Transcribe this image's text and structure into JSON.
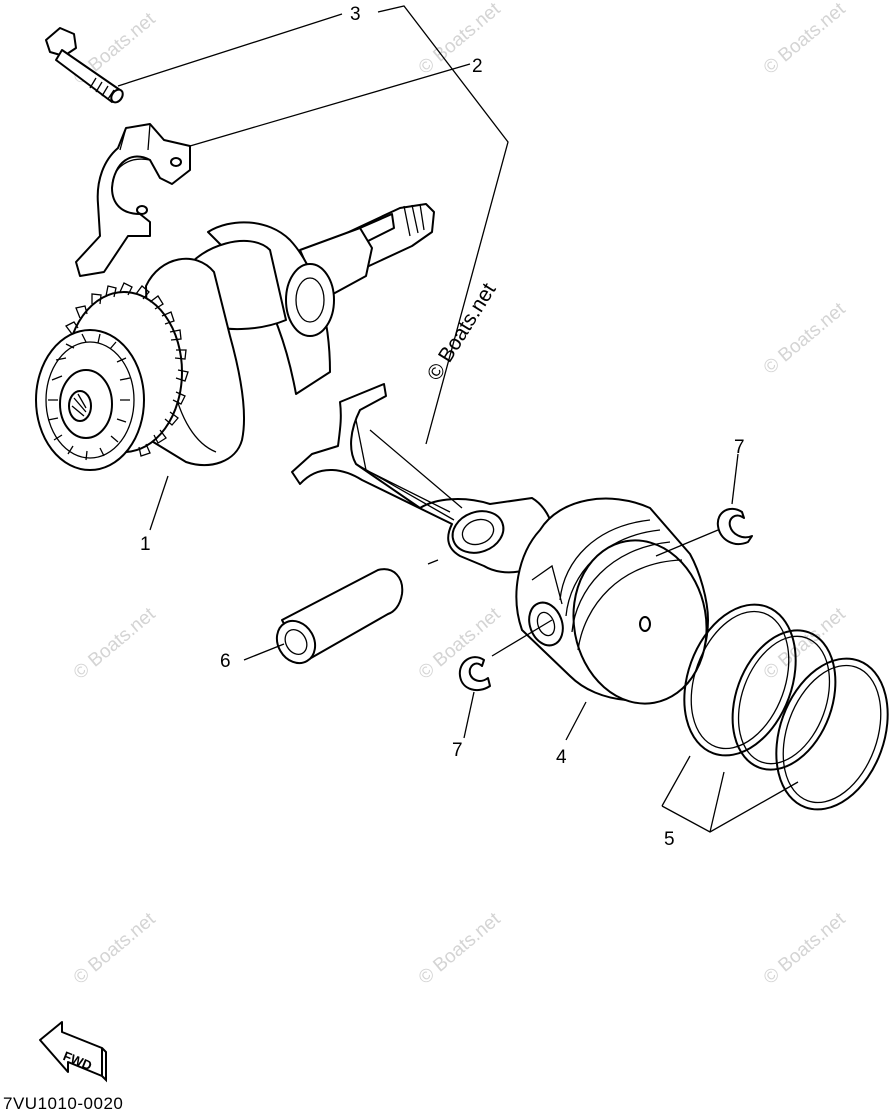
{
  "diagram": {
    "callouts": [
      {
        "id": "1",
        "label": "1"
      },
      {
        "id": "2",
        "label": "2"
      },
      {
        "id": "3",
        "label": "3"
      },
      {
        "id": "4",
        "label": "4"
      },
      {
        "id": "5",
        "label": "5"
      },
      {
        "id": "6",
        "label": "6"
      },
      {
        "id": "7a",
        "label": "7"
      },
      {
        "id": "7b",
        "label": "7"
      }
    ],
    "watermark": "© Boats.net",
    "fwd_label": "FWD",
    "diagram_code": "7VU1010-0020"
  }
}
